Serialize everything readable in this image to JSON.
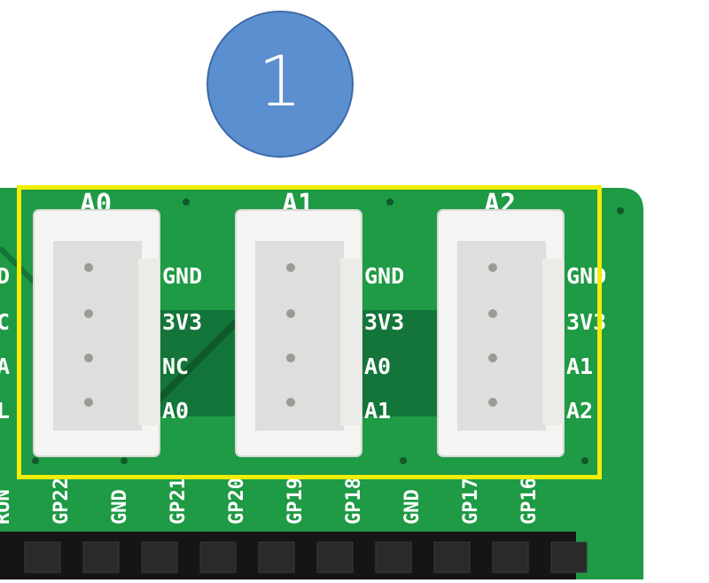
{
  "badge": {
    "number": "1"
  },
  "colors": {
    "pcb": "#1f9a45",
    "pcb_dark": "#0f5a2a",
    "highlight": "#f2ee05",
    "badge": "#5b8fd0"
  },
  "connectors": [
    {
      "name": "A0",
      "pins": [
        "GND",
        "3V3",
        "NC",
        "A0"
      ]
    },
    {
      "name": "A1",
      "pins": [
        "GND",
        "3V3",
        "A0",
        "A1"
      ]
    },
    {
      "name": "A2",
      "pins": [
        "GND",
        "3V3",
        "A1",
        "A2"
      ]
    }
  ],
  "left_edge_labels": [
    "D",
    "C",
    "A",
    "L"
  ],
  "header_labels": [
    "RUN",
    "GP22",
    "GND",
    "GP21",
    "GP20",
    "GP19",
    "GP18",
    "GND",
    "GP17",
    "GP16"
  ]
}
